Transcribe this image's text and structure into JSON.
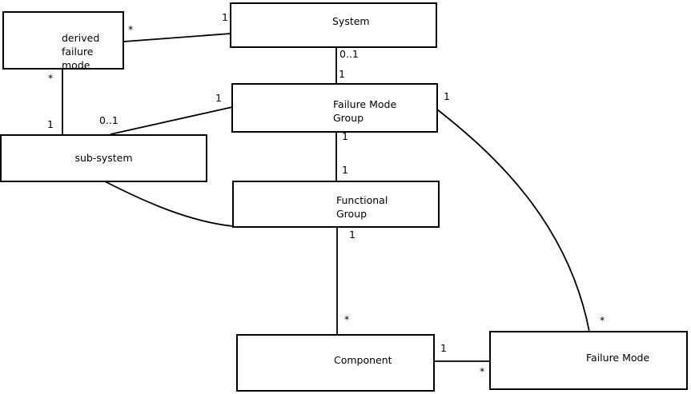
{
  "colors": {
    "line": "#000000",
    "text": "#000000",
    "background": "#ffffff"
  },
  "boxes": {
    "derived_failure_mode": {
      "lines": [
        "derived",
        "failure",
        "mode"
      ]
    },
    "system": {
      "label": "System"
    },
    "failure_mode_group": {
      "lines": [
        "Failure Mode",
        "Group"
      ]
    },
    "sub_system": {
      "label": "sub-system"
    },
    "functional_group": {
      "lines": [
        "Functional",
        "Group"
      ]
    },
    "component": {
      "label": "Component"
    },
    "failure_mode": {
      "label": "Failure Mode"
    }
  },
  "associations": [
    {
      "from": "derived failure mode",
      "to": "System",
      "mult_from": "*",
      "mult_to": "1"
    },
    {
      "from": "derived failure mode",
      "to": "sub-system",
      "mult_from": "*",
      "mult_to": "1"
    },
    {
      "from": "sub-system",
      "to": "Failure Mode Group",
      "mult_from": "0..1",
      "mult_to": "1"
    },
    {
      "from": "System",
      "to": "Failure Mode Group",
      "mult_from": "0..1",
      "mult_to": "1"
    },
    {
      "from": "Failure Mode Group",
      "to": "Functional Group",
      "mult_from": "1",
      "mult_to": "1"
    },
    {
      "from": "Functional Group",
      "to": "Component",
      "mult_from": "1",
      "mult_to": "*"
    },
    {
      "from": "Failure Mode Group",
      "to": "Failure Mode",
      "mult_from": "1",
      "mult_to": "*"
    },
    {
      "from": "Component",
      "to": "Failure Mode",
      "mult_from": "1",
      "mult_to": "*"
    }
  ]
}
